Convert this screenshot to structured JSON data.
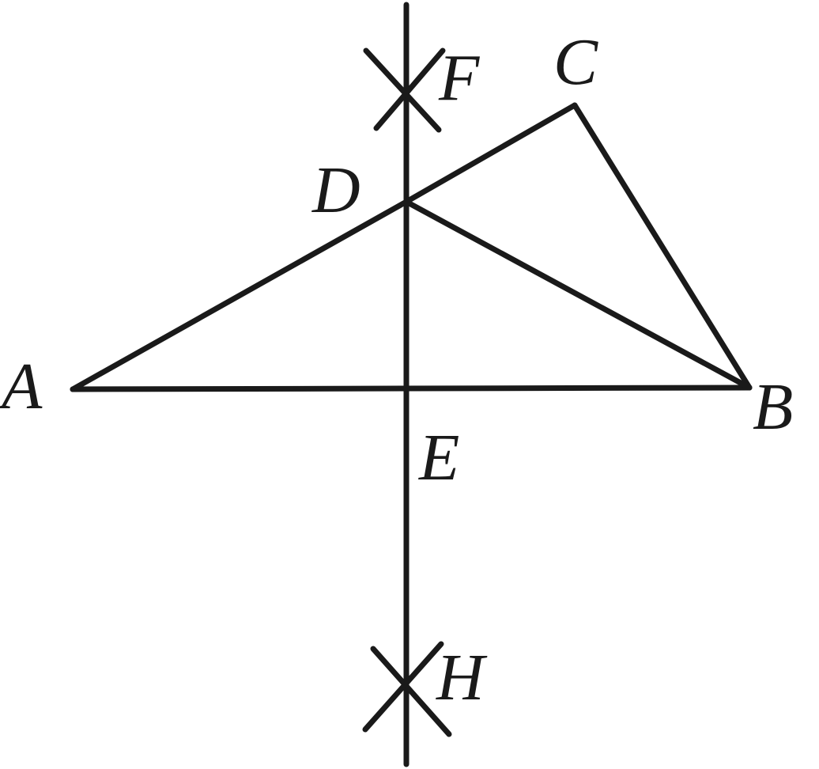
{
  "diagram": {
    "type": "geometry-construction",
    "stroke_color": "#1a1a1a",
    "points": {
      "A": "A",
      "B": "B",
      "C": "C",
      "D": "D",
      "E": "E",
      "F": "F",
      "H": "H"
    },
    "segments": [
      "AB",
      "BC",
      "CD",
      "AD",
      "DB",
      "FH"
    ]
  }
}
